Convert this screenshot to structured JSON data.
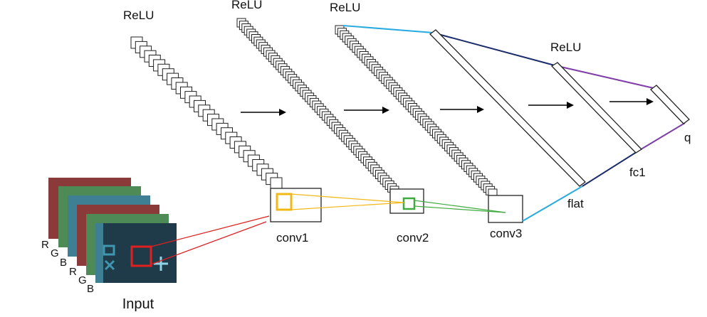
{
  "input": {
    "label": "Input",
    "channels_top": [
      "R",
      "G",
      "B"
    ],
    "channels_bottom": [
      "R",
      "G",
      "B"
    ],
    "frame_colors": [
      "#8b3a3a",
      "#4e8a55",
      "#3f7f93"
    ],
    "screen_color": "#1f3b49",
    "glyph_color": "#3f96b0"
  },
  "layers": {
    "conv1": {
      "label": "conv1",
      "activation": "ReLU"
    },
    "conv2": {
      "label": "conv2",
      "activation": "ReLU"
    },
    "conv3": {
      "label": "conv3",
      "activation": "ReLU"
    },
    "flat": {
      "label": "flat"
    },
    "fc1": {
      "label": "fc1",
      "activation": "ReLU"
    },
    "q": {
      "label": "q"
    }
  },
  "colors": {
    "input_kernel": "#e02020",
    "conv1_kernel": "#f2b817",
    "conv2_kernel": "#3faa3f",
    "conv3_to_flat": "#29abe2",
    "flat_to_fc1": "#1b2b6b",
    "fc1_to_q": "#7d3ea8",
    "plate_stroke": "#222222",
    "arrow": "#000000"
  }
}
